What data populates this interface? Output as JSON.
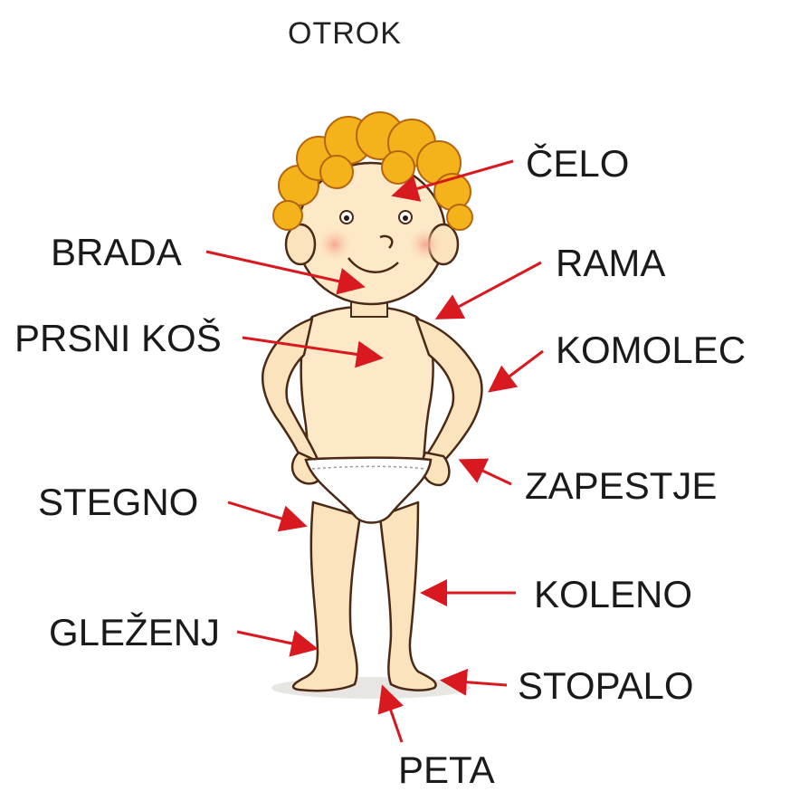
{
  "diagram": {
    "title": "OTROK",
    "labels": {
      "celo": "ČELO",
      "brada": "BRADA",
      "rama": "RAMA",
      "prsni_kos": "PRSNI KOŠ",
      "komolec": "KOMOLEC",
      "stegno": "STEGNO",
      "zapestje": "ZAPESTJE",
      "koleno": "KOLENO",
      "glezenj": "GLEŽENJ",
      "stopalo": "STOPALO",
      "peta": "PETA"
    }
  },
  "colors": {
    "arrow": "#d8191f",
    "skin": "#fbe3bd",
    "hair": "#f4b21b",
    "outline": "#4a2a16"
  }
}
